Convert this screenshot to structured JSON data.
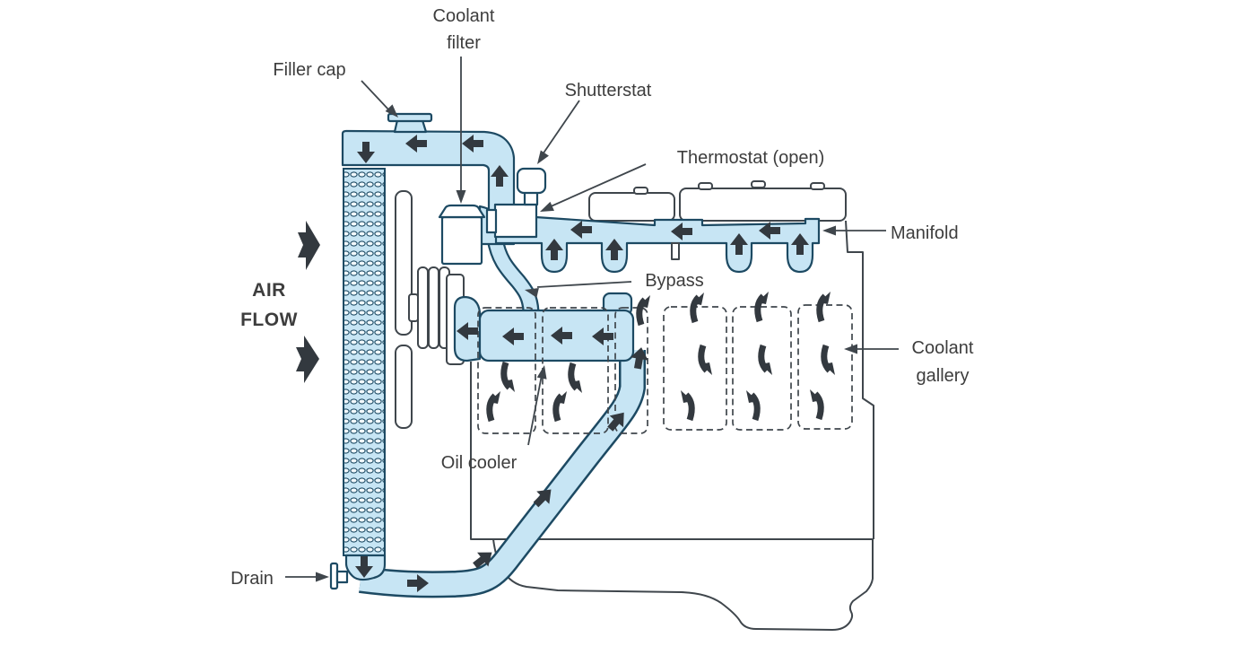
{
  "diagram": {
    "type": "engine-cooling-system-diagram",
    "labels": {
      "coolant_filter_line1": "Coolant",
      "coolant_filter_line2": "filter",
      "filler_cap": "Filler cap",
      "shutterstat": "Shutterstat",
      "thermostat": "Thermostat (open)",
      "manifold": "Manifold",
      "bypass": "Bypass",
      "coolant_gallery_line1": "Coolant",
      "coolant_gallery_line2": "gallery",
      "oil_cooler": "Oil cooler",
      "drain": "Drain",
      "air_flow_line1": "AIR",
      "air_flow_line2": "FLOW"
    },
    "colors": {
      "coolant": "#c7e5f4",
      "pipe_outline": "#1d4a63",
      "engine_outline": "#3f464c",
      "arrow": "#33393f",
      "label_text": "#3d3d3d",
      "background": "#ffffff",
      "radiator_cell": "#f2f9fd"
    }
  }
}
